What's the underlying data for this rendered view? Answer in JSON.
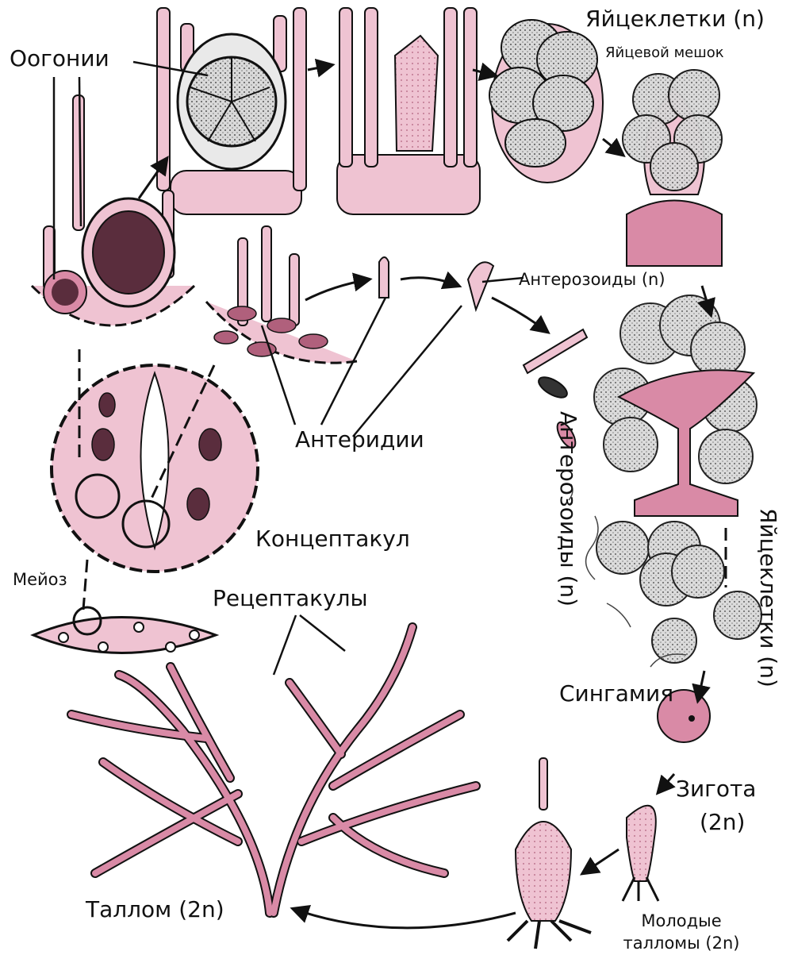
{
  "labels": {
    "oogonia": "Оогонии",
    "eggs_top": "Яйцеклетки (n)",
    "egg_sac": "Яйцевой мешок",
    "antherozoids_h": "Антерозоиды (n)",
    "antheridia": "Антеридии",
    "antherozoids_v": "Антерозоиды (n)",
    "eggs_v": "Яйцеклетки (n)",
    "conceptacle": "Концептакул",
    "meiosis": "Мейоз",
    "receptacles": "Рецептакулы",
    "syngamy": "Сингамия",
    "zygote": "Зигота",
    "zygote_ploidy": "(2n)",
    "thallus": "Таллом (2n)",
    "young_line1": "Молодые",
    "young_line2": "талломы (2n)"
  },
  "colors": {
    "tissue_pink": "#efc3d2",
    "tissue_dark_pink": "#d98aa6",
    "ink": "#1a1a1a",
    "egg_grey": "#cfcfcf",
    "background": "#ffffff"
  }
}
